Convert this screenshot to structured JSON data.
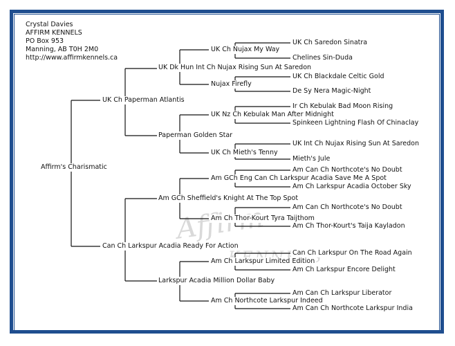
{
  "owner": {
    "name": "Crystal Davies",
    "kennel": "AFFIRM KENNELS",
    "po_box": "PO Box 953",
    "city": "Manning, AB T0H 2M0",
    "website": "http://www.affirmkennels.ca"
  },
  "watermark": {
    "line1": "Affirm",
    "line2": "KENNELS"
  },
  "pedigree": {
    "subject": "Affirm's Charismatic",
    "sire": {
      "name": "UK Ch Paperman Atlantis",
      "sire": {
        "name": "UK Dk Hun Int Ch Nujax Rising Sun At Saredon",
        "sire": {
          "name": "UK Ch Nujax My Way",
          "sire": "UK Ch Saredon Sinatra",
          "dam": "Chelines  Sin-Duda"
        },
        "dam": {
          "name": "Nujax Firefly",
          "sire": "UK Ch Blackdale Celtic Gold",
          "dam": "De Sy Nera Magic-Night"
        }
      },
      "dam": {
        "name": "Paperman Golden Star",
        "sire": {
          "name": "UK Nz Ch Kebulak Man After Midnight",
          "sire": "Ir Ch Kebulak Bad Moon Rising",
          "dam": "Spinkeen Lightning Flash Of Chinaclay"
        },
        "dam": {
          "name": "UK Ch Mieth's Tenny",
          "sire": "UK Int Ch Nujax Rising Sun At Saredon",
          "dam": "Mieth's Jule"
        }
      }
    },
    "dam": {
      "name": "Can Ch Larkspur Acadia Ready For Action",
      "sire": {
        "name": "Am GCh Sheffield's Knight At The Top Spot",
        "sire": {
          "name": "Am GCh Eng Can Ch Larkspur Acadia Save Me A Spot",
          "sire": "Am Can Ch Northcote's No  Doubt",
          "dam": "Am Ch Larkspur Acadia October Sky"
        },
        "dam": {
          "name": "Am Ch Thor-Kourt Tyra Taijthom",
          "sire": "Am Can Ch Northcote's No  Doubt",
          "dam": "Am Ch Thor-Kourt's Taija Kayladon"
        }
      },
      "dam": {
        "name": "Larkspur Acadia Million Dollar Baby",
        "sire": {
          "name": "Am Ch Larkspur Limited Edition",
          "sire": "Can Ch Larkspur On The Road Again",
          "dam": "Am Ch Larkspur Encore Delight"
        },
        "dam": {
          "name": "Am Ch Northcote Larkspur Indeed",
          "sire": "Am Can Ch Larkspur Liberator",
          "dam": "Am Can Ch Northcote Larkspur India"
        }
      }
    }
  }
}
